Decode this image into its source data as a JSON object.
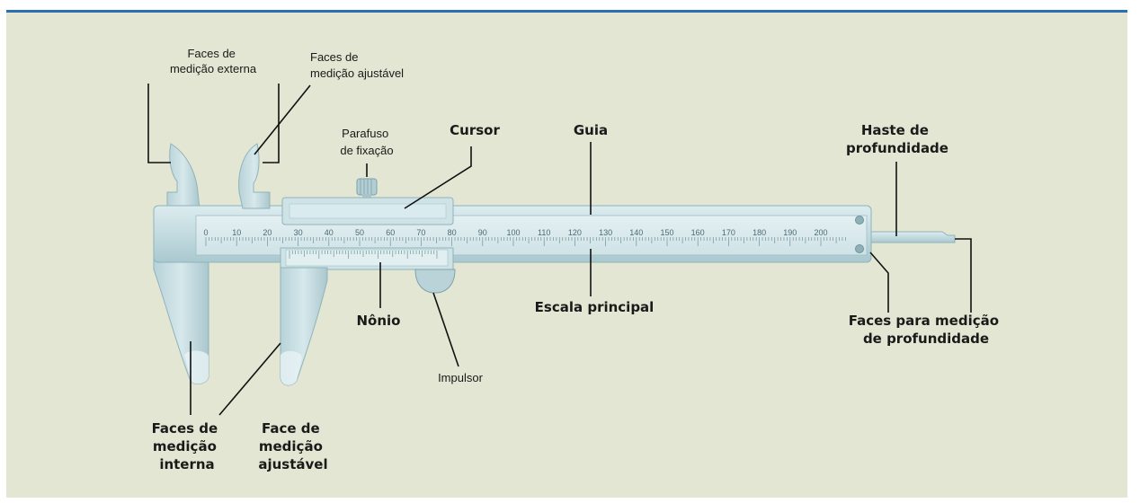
{
  "diagram": {
    "labels": {
      "outer_faces": [
        "Faces de",
        "medição externa"
      ],
      "adjustable_faces_top": [
        "Faces de",
        "medição ajustável"
      ],
      "locking_screw": [
        "Parafuso",
        "de fixação"
      ],
      "cursor": "Cursor",
      "guide": "Guia",
      "depth_rod": [
        "Haste de",
        "profundidade"
      ],
      "vernier": "Nônio",
      "main_scale": "Escala principal",
      "depth_faces": [
        "Faces para medição",
        "de profundidade"
      ],
      "thumb_push": "Impulsor",
      "inner_faces": [
        "Faces de",
        "medição",
        "interna"
      ],
      "adjustable_face_bottom": [
        "Face de",
        "medição",
        "ajustável"
      ]
    },
    "main_scale_numbers": [
      "0",
      "10",
      "20",
      "30",
      "40",
      "50",
      "60",
      "70",
      "80",
      "90",
      "100",
      "110",
      "120",
      "130",
      "140",
      "150",
      "160",
      "170",
      "180",
      "190",
      "200"
    ],
    "colors": {
      "panel_bg": "#e3e6d2",
      "top_border": "#2c6fb0",
      "caliper_body": "#c9dfe3",
      "caliper_edge": "#8fb3bb",
      "scale_text": "#4c6a72"
    }
  }
}
